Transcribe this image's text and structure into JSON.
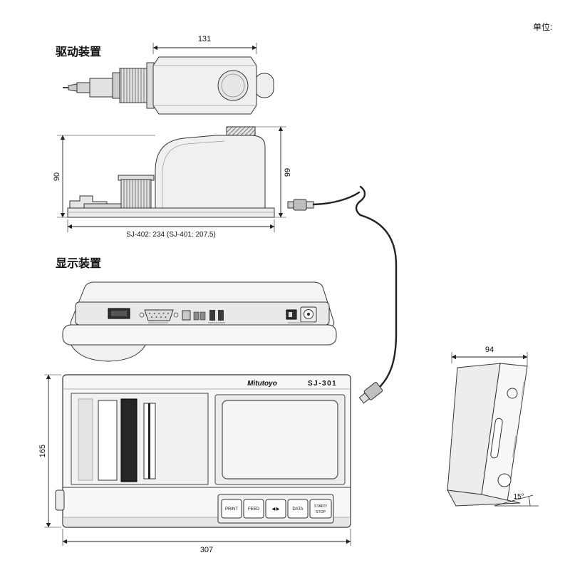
{
  "page": {
    "unit_note": "单位:"
  },
  "sections": {
    "drive_unit": "驱动装置",
    "display_unit": "显示装置"
  },
  "dimensions": {
    "drive_top_width": "131",
    "drive_side_height": "90",
    "drive_body_height": "99",
    "drive_length": "SJ-402: 234 (SJ-401: 207.5)",
    "display_depth": "94",
    "display_height": "165",
    "display_width": "307",
    "tilt_angle": "15°"
  },
  "device": {
    "brand": "Mitutoyo",
    "model": "SJ-301"
  },
  "keypad": {
    "print": "PRINT",
    "feed": "FEED",
    "page": "◀/▶",
    "data": "DATA",
    "start_stop_line1": "START/",
    "start_stop_line2": "STOP"
  }
}
